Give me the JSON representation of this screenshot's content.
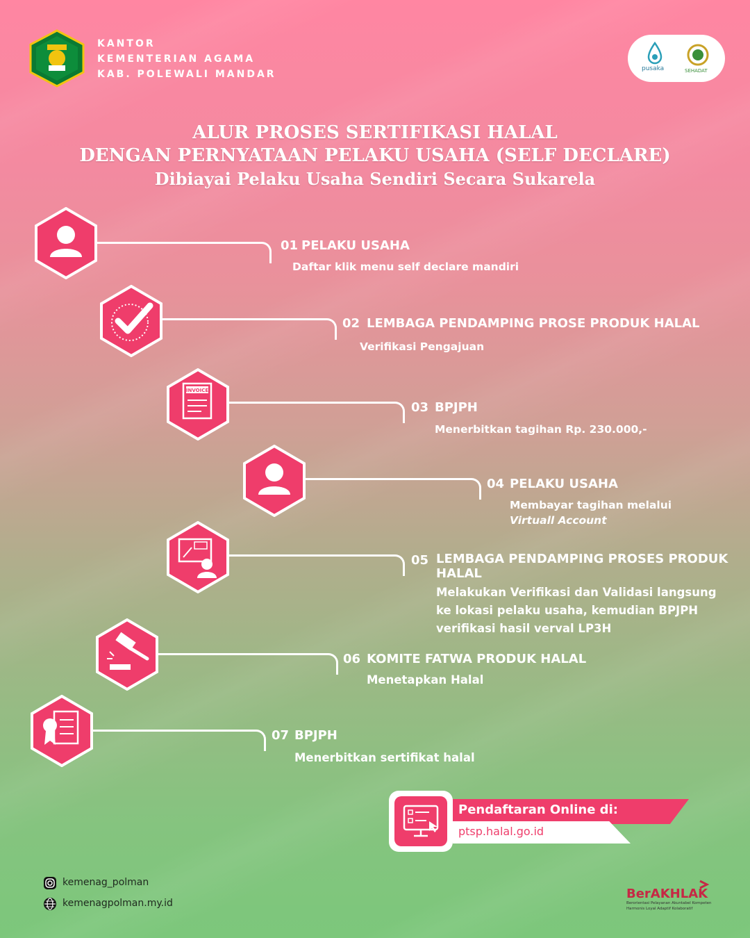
{
  "org": {
    "line1": "KANTOR",
    "line2": "KEMENTERIAN AGAMA",
    "line3": "KAB. POLEWALI MANDAR",
    "logo_icon": "kemenag-emblem-icon"
  },
  "partners": {
    "left_label": "pusaka",
    "right_label": "SEHADAT"
  },
  "title": {
    "line1": "ALUR PROSES SERTIFIKASI HALAL",
    "line2": "DENGAN PERNYATAAN PELAKU USAHA (SELF DECLARE)",
    "line3": "Dibiayai Pelaku Usaha Sendiri Secara Sukarela"
  },
  "steps": [
    {
      "number": "01",
      "title": "PELAKU USAHA",
      "desc": "Daftar klik menu self declare mandiri",
      "icon": "user-icon"
    },
    {
      "number": "02",
      "title": "LEMBAGA PENDAMPING PROSE PRODUK HALAL",
      "desc": "Verifikasi Pengajuan",
      "icon": "check-icon"
    },
    {
      "number": "03",
      "title": "BPJPH",
      "desc": "Menerbitkan tagihan Rp. 230.000,-",
      "icon": "invoice-icon",
      "icon_text": "INVOICE"
    },
    {
      "number": "04",
      "title": "PELAKU USAHA",
      "desc": "Membayar tagihan melalui",
      "desc2": "Virtuall Account",
      "icon": "user-icon"
    },
    {
      "number": "05",
      "title": "LEMBAGA PENDAMPING PROSES PRODUK",
      "title2": "HALAL",
      "desc": "Melakukan Verifikasi dan Validasi langsung",
      "desc2": "ke lokasi pelaku usaha, kemudian BPJPH",
      "desc3": "verifikasi hasil verval LP3H",
      "icon": "presentation-icon"
    },
    {
      "number": "06",
      "title": "KOMITE FATWA PRODUK HALAL",
      "desc": "Menetapkan Halal",
      "icon": "gavel-icon"
    },
    {
      "number": "07",
      "title": "BPJPH",
      "desc": "Menerbitkan sertifikat halal",
      "icon": "certificate-icon"
    }
  ],
  "registration": {
    "label": "Pendaftaran Online di:",
    "url": "ptsp.halal.go.id",
    "icon": "monitor-form-icon"
  },
  "social": {
    "instagram": "kemenag_polman",
    "website": "kemenagpolman.my.id"
  },
  "brand": {
    "name": "BerAKHLAK",
    "tagline": "Berorientasi Pelayanan Akuntabel Kompeten Harmonis Loyal Adaptif Kolaboratif"
  },
  "colors": {
    "accent": "#ef3d6b",
    "white": "#ffffff"
  }
}
